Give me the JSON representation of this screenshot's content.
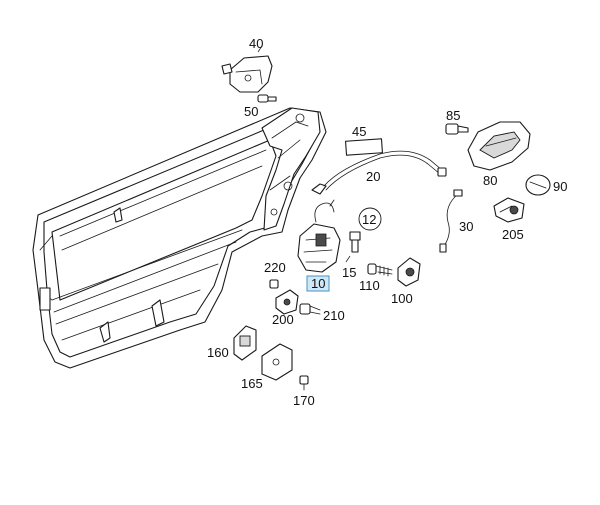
{
  "labels": [
    {
      "id": "p10",
      "text": "10",
      "highlighted": true
    },
    {
      "id": "p12",
      "text": "12",
      "circled": true
    },
    {
      "id": "p15",
      "text": "15"
    },
    {
      "id": "p20",
      "text": "20"
    },
    {
      "id": "p30",
      "text": "30"
    },
    {
      "id": "p40",
      "text": "40"
    },
    {
      "id": "p45",
      "text": "45"
    },
    {
      "id": "p50",
      "text": "50"
    },
    {
      "id": "p80",
      "text": "80"
    },
    {
      "id": "p85",
      "text": "85"
    },
    {
      "id": "p90",
      "text": "90"
    },
    {
      "id": "p100",
      "text": "100"
    },
    {
      "id": "p110",
      "text": "110"
    },
    {
      "id": "p160",
      "text": "160"
    },
    {
      "id": "p165",
      "text": "165"
    },
    {
      "id": "p170",
      "text": "170"
    },
    {
      "id": "p200",
      "text": "200"
    },
    {
      "id": "p205",
      "text": "205"
    },
    {
      "id": "p210",
      "text": "210"
    },
    {
      "id": "p220",
      "text": "220"
    }
  ],
  "colors": {
    "line": "#1a1a1a",
    "highlight_fill": "#cfe8f7",
    "highlight_border": "#4a90c4",
    "background": "#ffffff"
  }
}
